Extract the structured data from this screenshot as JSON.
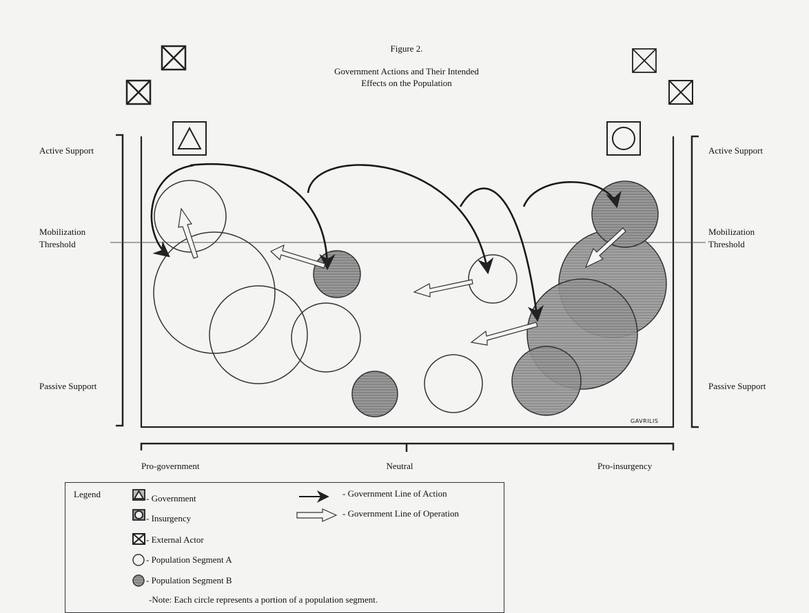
{
  "figure": {
    "number": "Figure 2.",
    "title_line1": "Government Actions and Their Intended",
    "title_line2": "Effects on the Population"
  },
  "axis": {
    "left": {
      "active": "Active Support",
      "mobilization_line1": "Mobilization",
      "mobilization_line2": "Threshold",
      "passive": "Passive Support"
    },
    "right": {
      "active": "Active Support",
      "mobilization_line1": "Mobilization",
      "mobilization_line2": "Threshold",
      "passive": "Passive Support"
    },
    "bottom": {
      "left": "Pro-government",
      "center": "Neutral",
      "right": "Pro-insurgency"
    }
  },
  "signature": "GAVRILIS",
  "legend": {
    "title": "Legend",
    "government": "- Government",
    "insurgency": "- Insurgency",
    "external": "- External Actor",
    "segment_a": "- Population Segment A",
    "segment_b": "- Population Segment B",
    "line_of_action": "- Government Line of Action",
    "line_of_operation": "- Government Line of Operation",
    "note": "-Note: Each circle represents a portion of a population segment."
  },
  "colors": {
    "ink": "#222222",
    "segment_b_fill": "#8a8a8a",
    "paper": "#f4f4f2"
  }
}
